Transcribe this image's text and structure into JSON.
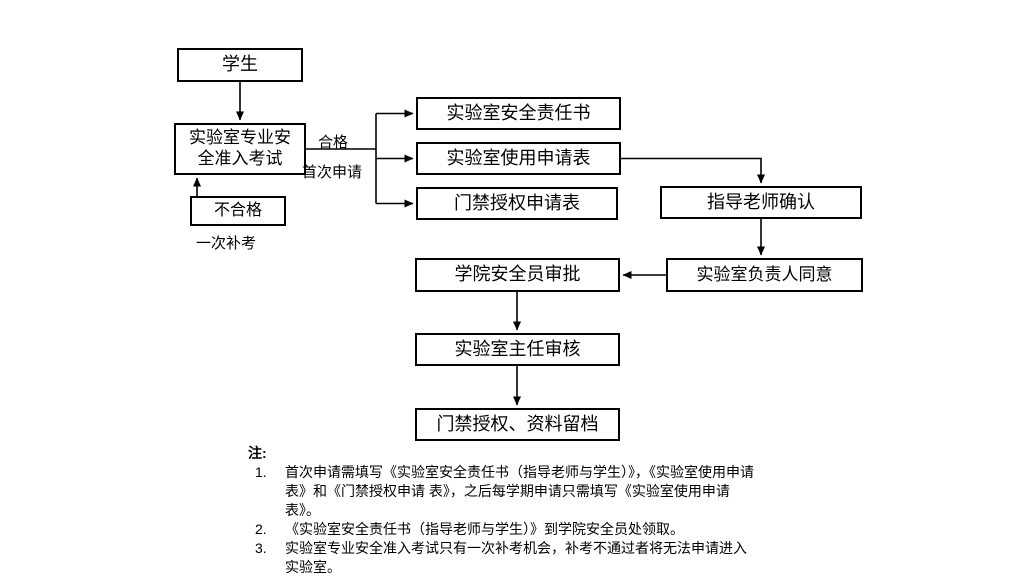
{
  "diagram": {
    "nodes": {
      "student": "学生",
      "exam": "实验室专业安\n全准入考试",
      "fail": "不合格",
      "responsibility": "实验室安全责任书",
      "usage_form": "实验室使用申请表",
      "access_form": "门禁授权申请表",
      "advisor": "指导老师确认",
      "lab_head": "实验室负责人同意",
      "safety_officer": "学院安全员审批",
      "lab_director": "实验室主任审核",
      "archive": "门禁授权、资料留档"
    },
    "edge_labels": {
      "pass": "合格",
      "first_apply": "首次申请",
      "makeup": "一次补考"
    }
  },
  "notes": {
    "heading": "注:",
    "items": [
      {
        "num": "1.",
        "text": "首次申请需填写《实验室安全责任书（指导老师与学生）》，《实验室使用申请表》和《门禁授权申请 表》，之后每学期申请只需填写《实验室使用申请表》。"
      },
      {
        "num": "2.",
        "text": "《实验室安全责任书（指导老师与学生）》到学院安全员处领取。"
      },
      {
        "num": "3.",
        "text": "实验室专业安全准入考试只有一次补考机会，补考不通过者将无法申请进入实验室。"
      }
    ]
  }
}
